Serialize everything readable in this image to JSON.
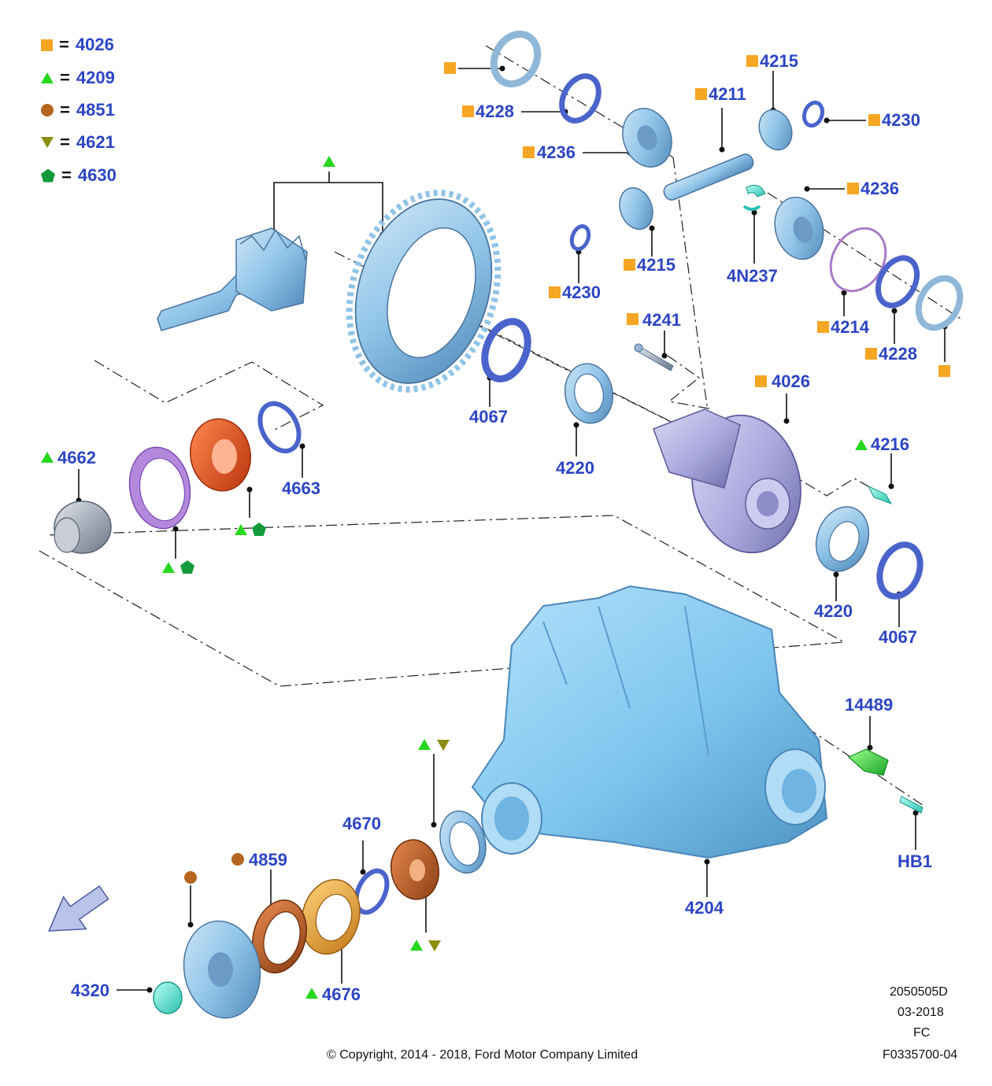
{
  "legend": [
    {
      "symbol": "square",
      "num": "4026"
    },
    {
      "symbol": "triangle-up",
      "num": "4209"
    },
    {
      "symbol": "circle",
      "num": "4851"
    },
    {
      "symbol": "triangle-down",
      "num": "4621"
    },
    {
      "symbol": "pentagon",
      "num": "4630"
    }
  ],
  "legend_eq": "=",
  "colors": {
    "label": "#2c45c4",
    "square": "#f5a623",
    "triangle_up": "#27d81e",
    "circle": "#b5651d",
    "triangle_down": "#8c8c10",
    "pentagon": "#129a3a",
    "part_blue": "#8fc4e8",
    "housing": "#7ec6ee",
    "carrier": "#a9a8dc",
    "bearing_red": "#e0521f",
    "seal_orange": "#e9a23b",
    "green_part": "#3ee048"
  },
  "labels": {
    "l4228_top": "4228",
    "l4236_left": "4236",
    "l4211": "4211",
    "l4215_top": "4215",
    "l4230_right": "4230",
    "l4236_right": "4236",
    "l4215_mid": "4215",
    "l4230_left": "4230",
    "l4N237": "4N237",
    "l4214": "4214",
    "l4228_right": "4228",
    "l4241": "4241",
    "l4026": "4026",
    "l4216": "4216",
    "l4067_a": "4067",
    "l4220_a": "4220",
    "l4662": "4662",
    "l4663": "4663",
    "l4220_b": "4220",
    "l4067_b": "4067",
    "l14489": "14489",
    "lHB1": "HB1",
    "l4204": "4204",
    "l4670": "4670",
    "l4859": "4859",
    "l4320": "4320",
    "l4676": "4676"
  },
  "footer": {
    "code": "2050505D",
    "date": "03-2018",
    "region": "FC",
    "ref": "F0335700-04",
    "copyright": "© Copyright, 2014 - 2018, Ford Motor Company Limited"
  }
}
